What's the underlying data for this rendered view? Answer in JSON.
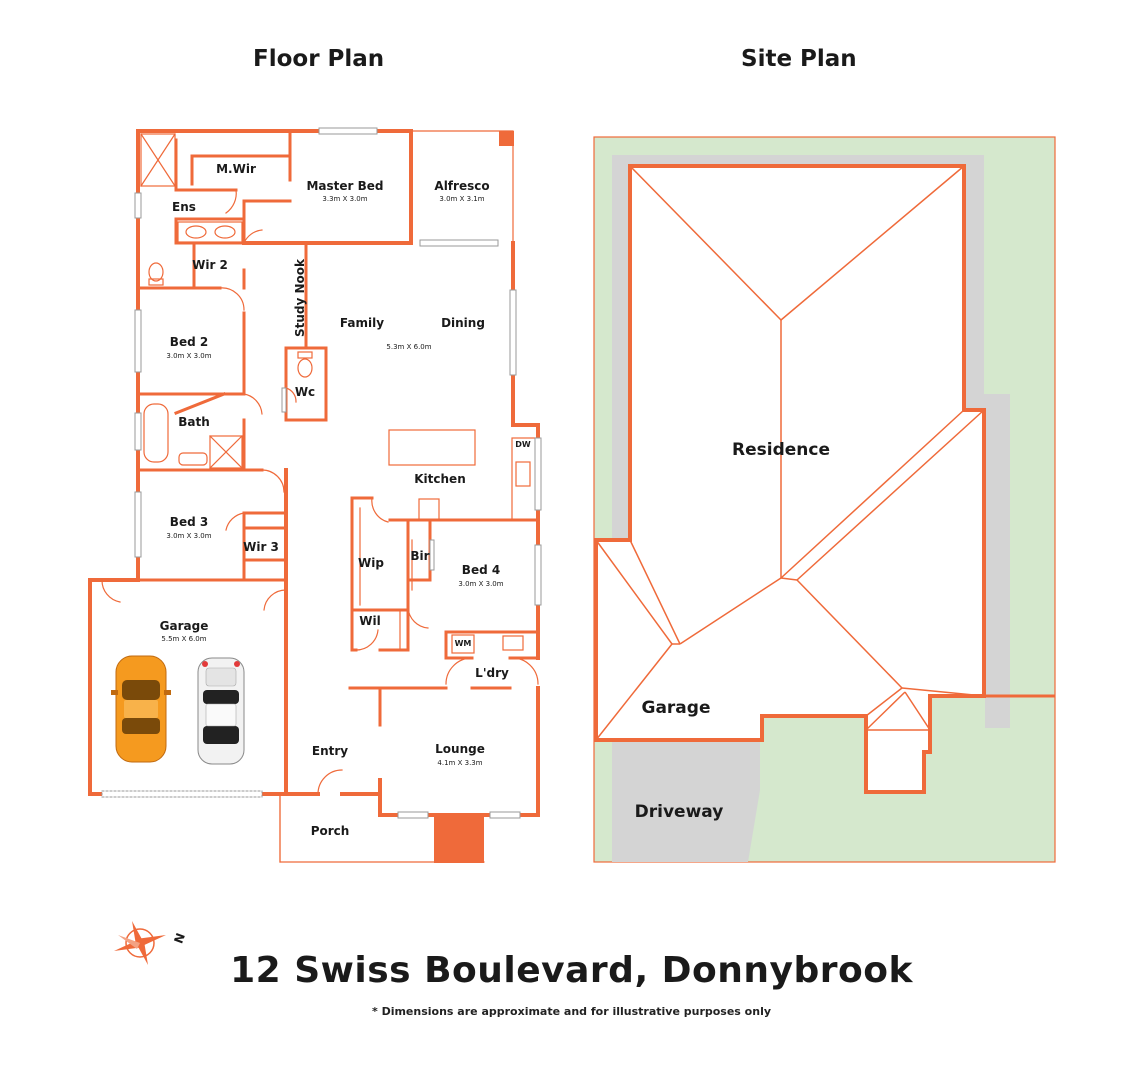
{
  "titles": {
    "floor_plan": "Floor Plan",
    "site_plan": "Site Plan"
  },
  "address": "12 Swiss Boulevard, Donnybrook",
  "disclaimer": "* Dimensions are approximate and for illustrative purposes only",
  "rooms": {
    "mwir": {
      "label": "M.Wir"
    },
    "master_bed": {
      "label": "Master Bed",
      "dims": "3.3m X 3.0m"
    },
    "alfresco": {
      "label": "Alfresco",
      "dims": "3.0m X 3.1m"
    },
    "ens": {
      "label": "Ens"
    },
    "wir2": {
      "label": "Wir 2"
    },
    "study_nook": {
      "label": "Study Nook"
    },
    "family": {
      "label": "Family"
    },
    "dining": {
      "label": "Dining"
    },
    "family_dims": {
      "dims": "5.3m X 6.0m"
    },
    "bed2": {
      "label": "Bed 2",
      "dims": "3.0m X 3.0m"
    },
    "wc": {
      "label": "Wc"
    },
    "bath": {
      "label": "Bath"
    },
    "kitchen": {
      "label": "Kitchen"
    },
    "bed3": {
      "label": "Bed 3",
      "dims": "3.0m X 3.0m"
    },
    "wir3": {
      "label": "Wir 3"
    },
    "wip": {
      "label": "Wip"
    },
    "bir": {
      "label": "Bir"
    },
    "bed4": {
      "label": "Bed 4",
      "dims": "3.0m X 3.0m"
    },
    "garage": {
      "label": "Garage",
      "dims": "5.5m X 6.0m"
    },
    "wil": {
      "label": "Wil"
    },
    "ldry": {
      "label": "L'dry"
    },
    "entry": {
      "label": "Entry"
    },
    "lounge": {
      "label": "Lounge",
      "dims": "4.1m X 3.3m"
    },
    "porch": {
      "label": "Porch"
    }
  },
  "fixtures": {
    "dw": "DW",
    "wm": "WM"
  },
  "site": {
    "residence": "Residence",
    "garage": "Garage",
    "driveway": "Driveway"
  },
  "compass": {
    "north_letter": "N"
  },
  "colors": {
    "wall": "#ef6a3a",
    "roof_fill": "#ffffff",
    "lawn": "#d5e8cd",
    "hardstand": "#d4d4d4",
    "car_orange": "#f59a1f",
    "car_white": "#f2f2f2"
  }
}
